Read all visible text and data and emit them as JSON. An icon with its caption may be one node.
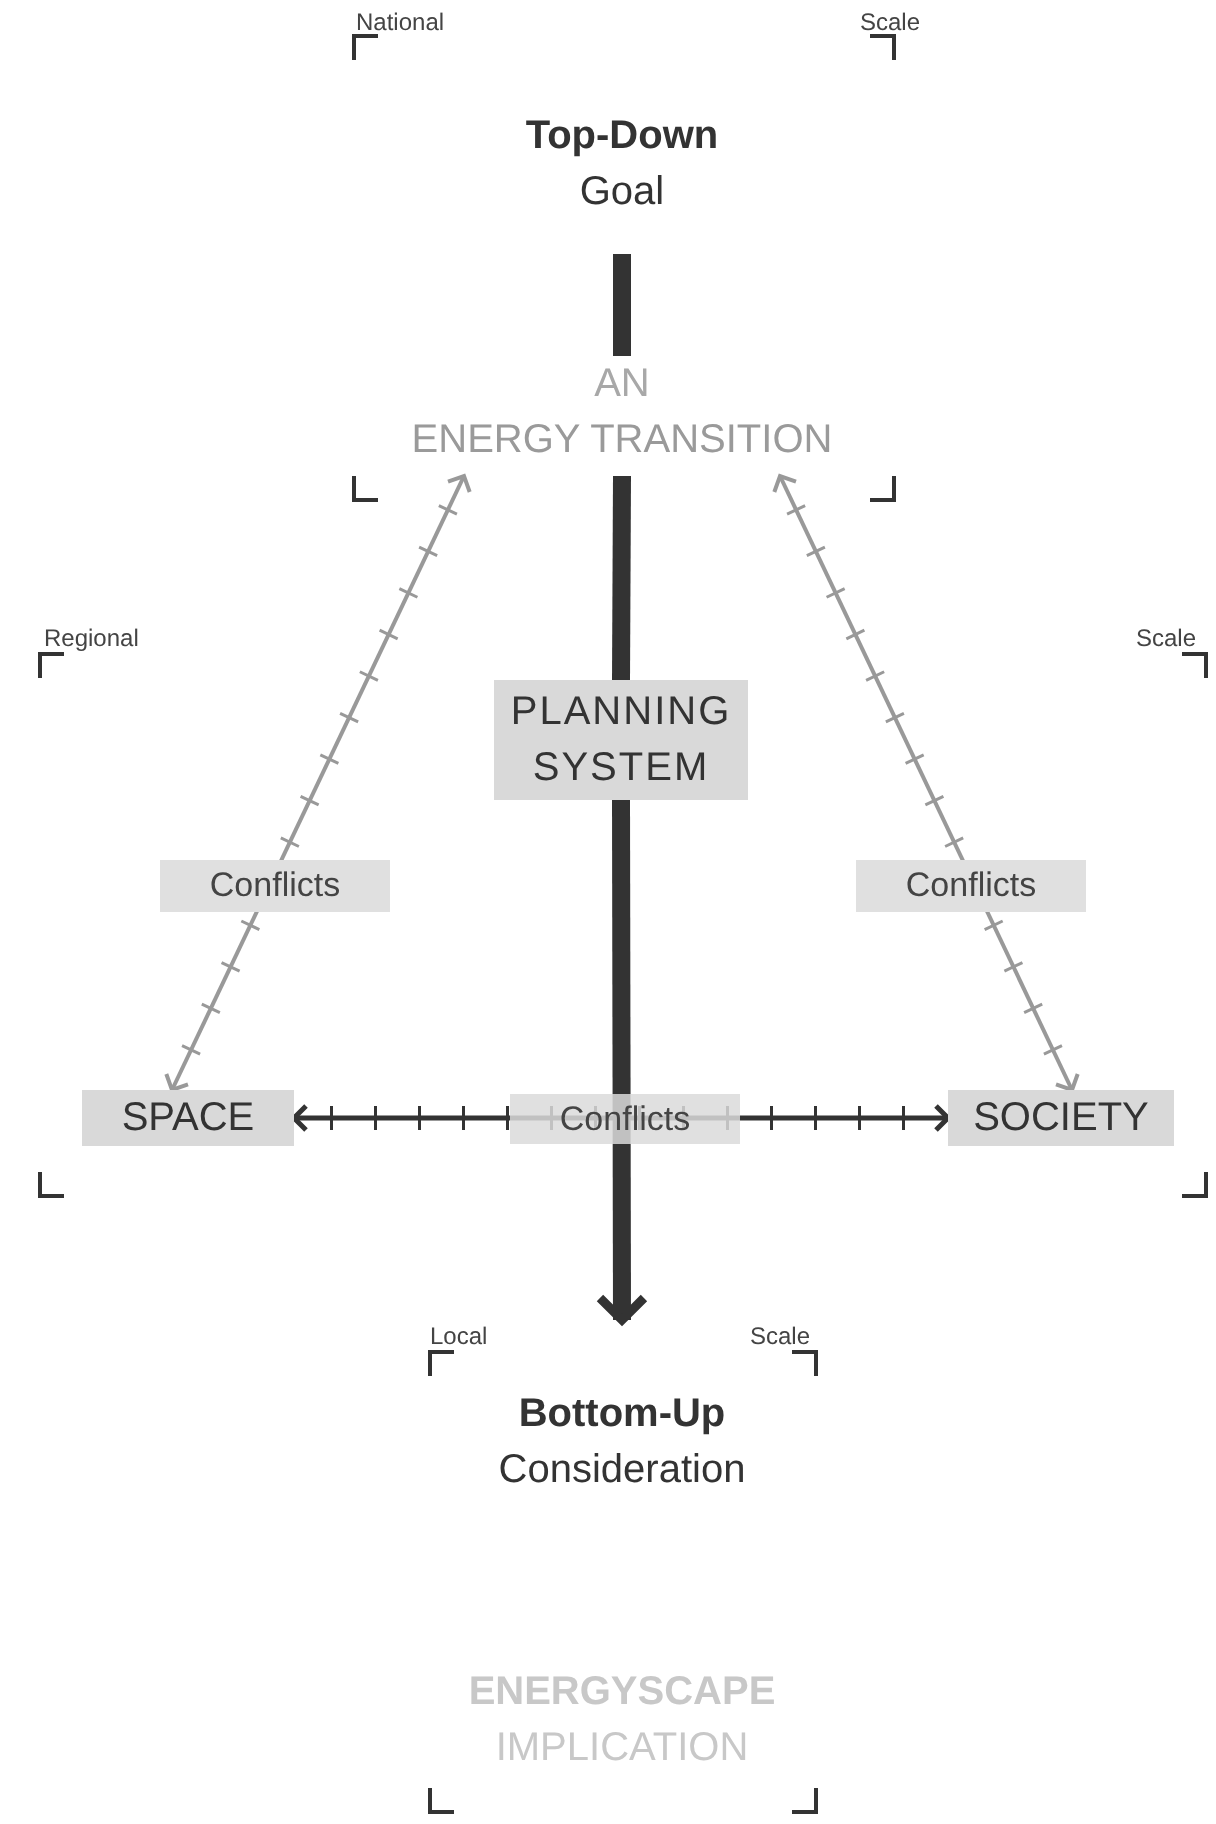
{
  "diagram": {
    "nodes": [
      {
        "text": [
          "Top-Down",
          "Goal"
        ]
      },
      {
        "text": [
          "AN",
          "ENERGY TRANSITION"
        ]
      },
      {
        "text": [
          "PLANNING SYSTEM"
        ]
      },
      {
        "text": [
          "SPACE"
        ]
      },
      {
        "text": [
          "SOCIETY"
        ]
      },
      {
        "text": [
          "Bottom-Up",
          "Consideration"
        ]
      },
      {
        "text": [
          "ENERGYSCAPE",
          "IMPLICATION"
        ]
      }
    ],
    "edges": [
      {
        "from": 0,
        "to": 1,
        "arrow": "none",
        "style": "thick"
      },
      {
        "from": 1,
        "to": 2,
        "arrow": "none",
        "style": "thick"
      },
      {
        "from": 2,
        "to": 5,
        "arrow": "to",
        "style": "thick"
      },
      {
        "from": 1,
        "to": 3,
        "arrow": "both",
        "label": "Conflicts",
        "color": "#999999"
      },
      {
        "from": 1,
        "to": 4,
        "arrow": "both",
        "label": "Conflicts",
        "color": "#999999"
      },
      {
        "from": 3,
        "to": 4,
        "arrow": "both",
        "label": "Conflicts"
      }
    ],
    "labels": [
      "National",
      "Scale",
      "Regional",
      "Scale",
      "Local",
      "Scale"
    ]
  }
}
